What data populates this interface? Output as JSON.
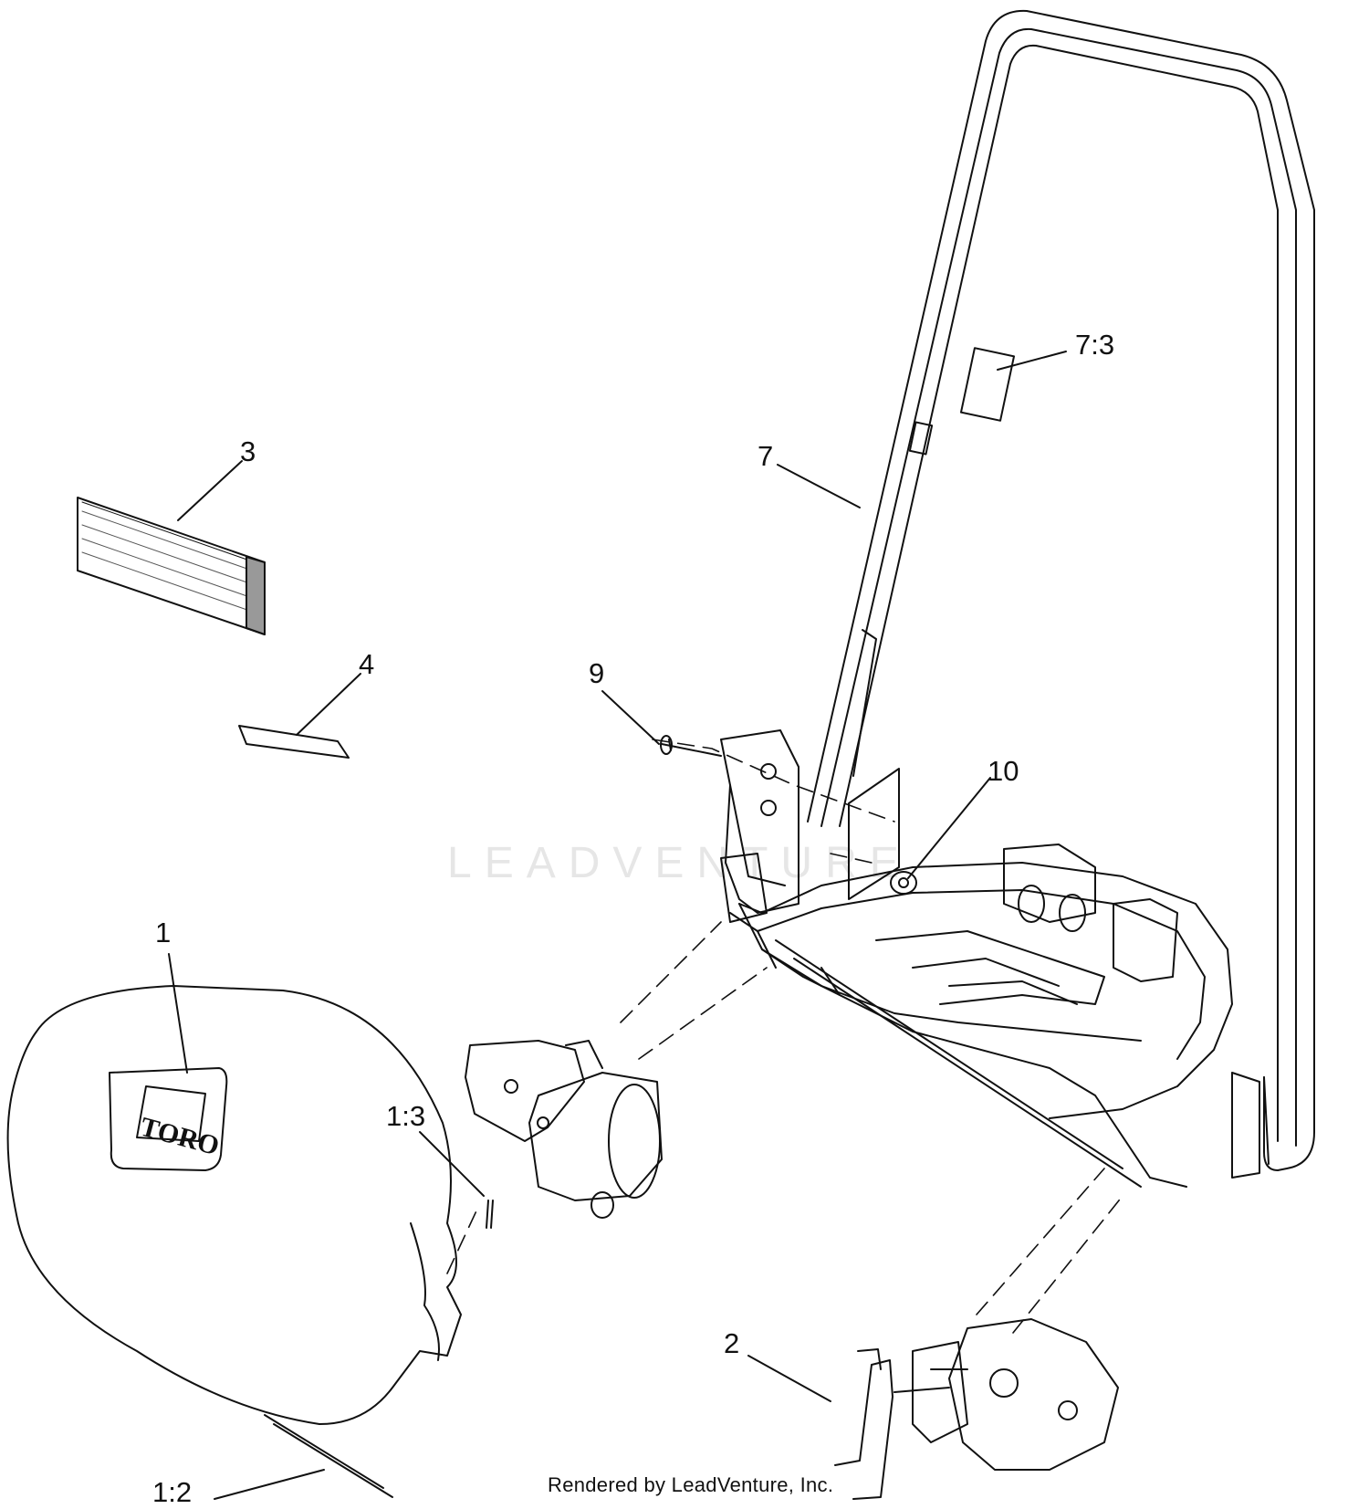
{
  "callouts": [
    {
      "id": "1",
      "text": "1"
    },
    {
      "id": "1:2",
      "text": "1:2"
    },
    {
      "id": "1:3",
      "text": "1:3"
    },
    {
      "id": "2",
      "text": "2"
    },
    {
      "id": "3",
      "text": "3"
    },
    {
      "id": "4",
      "text": "4"
    },
    {
      "id": "7",
      "text": "7"
    },
    {
      "id": "7:3",
      "text": "7:3"
    },
    {
      "id": "9",
      "text": "9"
    },
    {
      "id": "10",
      "text": "10"
    }
  ],
  "watermark": "LEADVENTURE",
  "footer": "Rendered by LeadVenture, Inc.",
  "bag_logo": "TORO",
  "line_color": "#111111"
}
